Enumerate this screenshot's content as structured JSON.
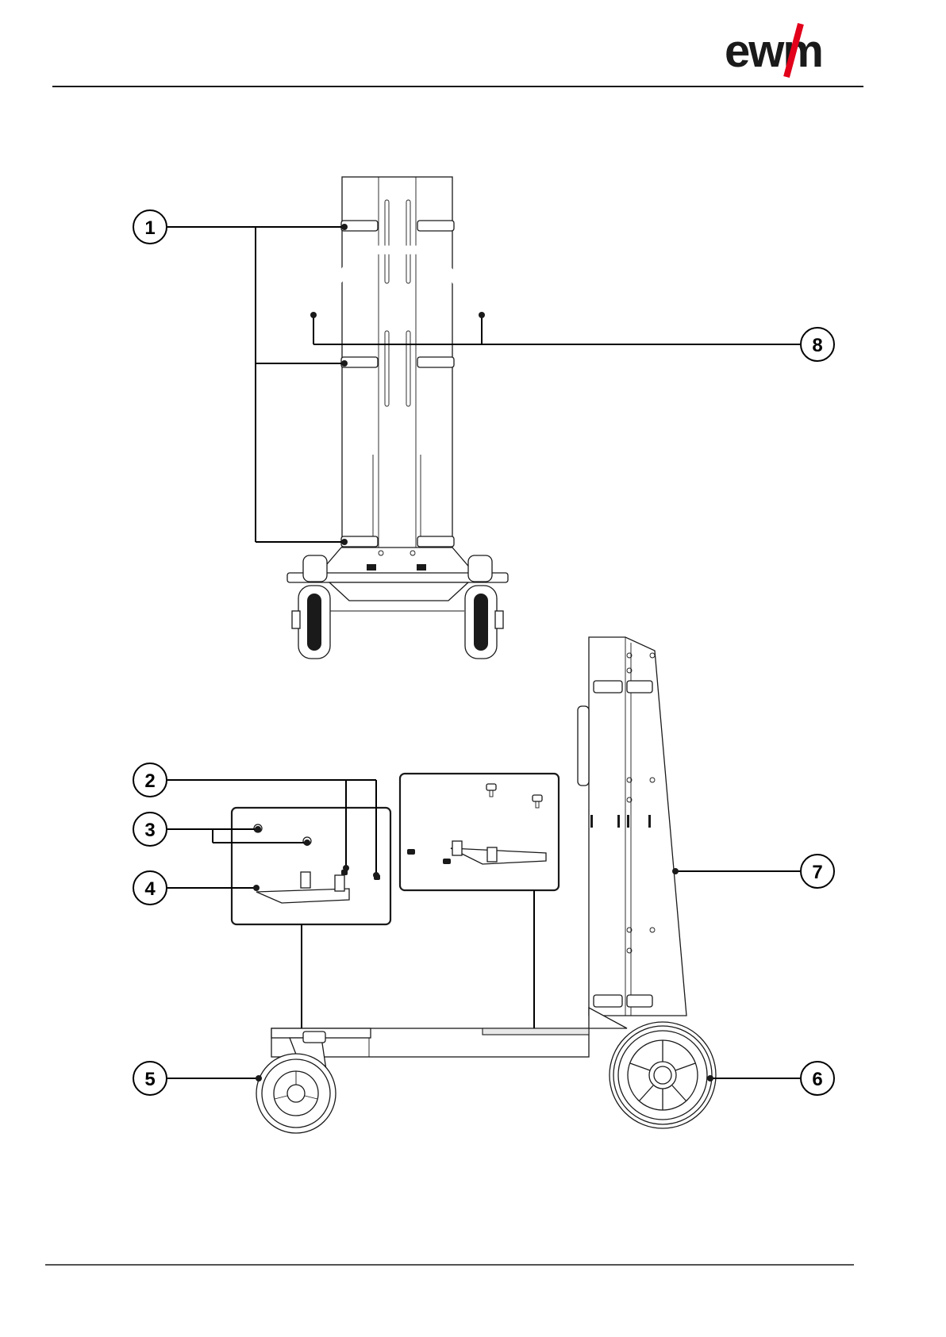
{
  "brand": {
    "logo_text": "ewm",
    "accent_color": "#e2001a"
  },
  "callouts": [
    {
      "id": "1",
      "label": "1"
    },
    {
      "id": "2",
      "label": "2"
    },
    {
      "id": "3",
      "label": "3"
    },
    {
      "id": "4",
      "label": "4"
    },
    {
      "id": "5",
      "label": "5"
    },
    {
      "id": "6",
      "label": "6"
    },
    {
      "id": "7",
      "label": "7"
    },
    {
      "id": "8",
      "label": "8"
    }
  ]
}
